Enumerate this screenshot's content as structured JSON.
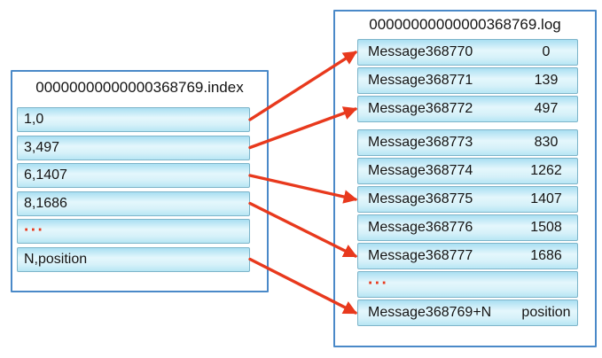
{
  "colors": {
    "box_border": "#4a89c8",
    "row_border": "#7db4c9",
    "row_fill_top": "#a9dff2",
    "row_fill_light": "#e4f7fc",
    "row_fill_bottom": "#b7e6f4",
    "arrow": "#e8391d",
    "text": "#141414"
  },
  "index_file": {
    "title": "00000000000000368769.index",
    "rows": [
      "1,0",
      "3,497",
      "6,1407",
      "8,1686",
      "...",
      "N,position"
    ]
  },
  "log_file": {
    "title": "00000000000000368769.log",
    "rows": [
      {
        "label": "Message368770",
        "value": "0"
      },
      {
        "label": "Message368771",
        "value": "139"
      },
      {
        "label": "Message368772",
        "value": "497"
      },
      {
        "label": "Message368773",
        "value": "830"
      },
      {
        "label": "Message368774",
        "value": "1262"
      },
      {
        "label": "Message368775",
        "value": "1407"
      },
      {
        "label": "Message368776",
        "value": "1508"
      },
      {
        "label": "Message368777",
        "value": "1686"
      },
      {
        "label": "...",
        "value": ""
      },
      {
        "label": "Message368769+N",
        "value": "position"
      }
    ]
  },
  "arrows": [
    {
      "from_index_row": 0,
      "to_log_row": 0
    },
    {
      "from_index_row": 1,
      "to_log_row": 2
    },
    {
      "from_index_row": 2,
      "to_log_row": 5
    },
    {
      "from_index_row": 3,
      "to_log_row": 7
    },
    {
      "from_index_row": 5,
      "to_log_row": 9
    }
  ]
}
